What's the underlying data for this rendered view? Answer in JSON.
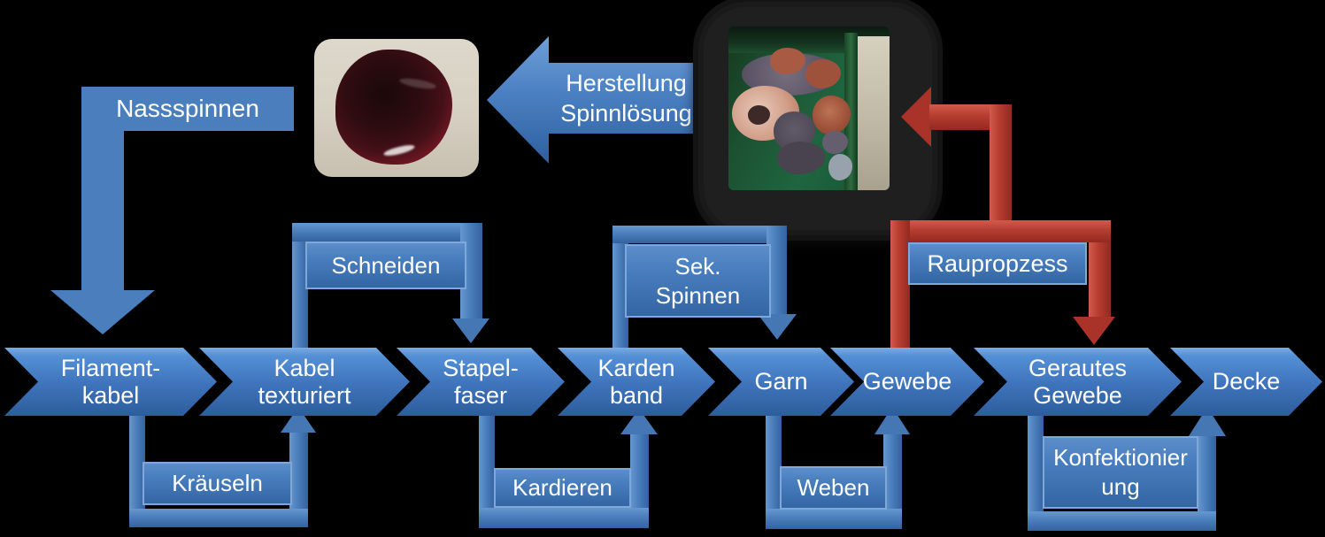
{
  "labels": {
    "nassspinnen": "Nassspinnen",
    "herstellung_spinnloesung": {
      "line1": "Herstellung",
      "line2": "Spinnlösung"
    },
    "raupropzess": "Raupropzess",
    "schneiden": "Schneiden",
    "sek_spinnen": {
      "line1": "Sek.",
      "line2": "Spinnen"
    },
    "kraeuseln": "Kräuseln",
    "kardieren": "Kardieren",
    "weben": "Weben",
    "konfektionierung": {
      "line1": "Konfektionier",
      "line2": "ung"
    }
  },
  "process_chain": [
    {
      "line1": "Filament-",
      "line2": "kabel"
    },
    {
      "line1": "Kabel",
      "line2": "texturiert"
    },
    {
      "line1": "Stapel-",
      "line2": "faser"
    },
    {
      "line1": "Karden",
      "line2": "band"
    },
    {
      "line1": "Garn"
    },
    {
      "line1": "Gewebe"
    },
    {
      "line1": "Gerautes",
      "line2": "Gewebe"
    },
    {
      "line1": "Decke"
    }
  ],
  "photos": [
    {
      "name": "spinnloesung-photo",
      "description": "Dark red spinning solution in a white dish"
    },
    {
      "name": "recycled-fibers-photo",
      "description": "Recycled coloured fibre flocks on a green conveyor"
    }
  ],
  "colors": {
    "background": "#000000",
    "accent_blue": "#4a7ebc",
    "chevron_gradient_top": "#5490d6",
    "chevron_gradient_bottom": "#2d5d9c",
    "arrow_red": "#b63c30",
    "label_border": "#7fa8da",
    "text": "#ffffff"
  }
}
